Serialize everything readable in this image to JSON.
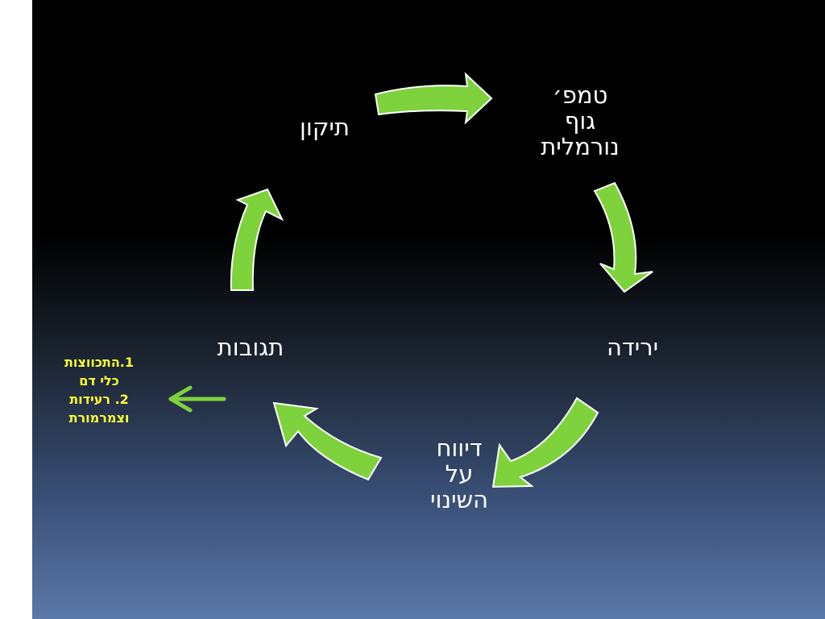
{
  "slide": {
    "background_top": "#000000",
    "background_bottom": "#5a78a8",
    "accent_green": "#7ed23c",
    "accent_yellow": "#ffff33",
    "accent_pink": "#e91e63",
    "accent_orange": "#ffb300"
  },
  "cycle": {
    "nodes": [
      {
        "id": "body-temp",
        "lines": [
          "טמפ׳",
          "גוף",
          "נורמלית"
        ]
      },
      {
        "id": "drop",
        "lines": [
          "ירידה"
        ]
      },
      {
        "id": "report",
        "lines": [
          "דיווח",
          "על",
          "השינוי"
        ]
      },
      {
        "id": "responses",
        "lines": [
          "תגובות"
        ]
      },
      {
        "id": "correction",
        "lines": [
          "תיקון"
        ]
      }
    ],
    "arrow_icon": "curved-arrow-icon"
  },
  "side_note": {
    "lines": [
      "1.התכווצות",
      "כלי דם",
      "2. רעידות",
      "וצמרמורת"
    ],
    "arrow_icon": "left-arrow-icon"
  }
}
